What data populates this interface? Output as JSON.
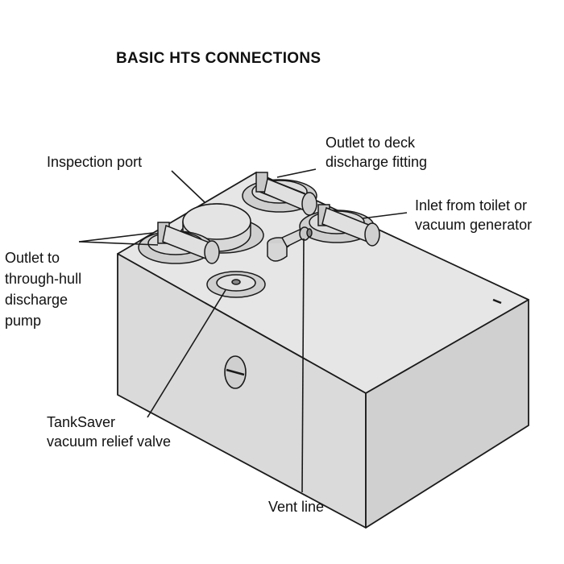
{
  "title": "BASIC HTS CONNECTIONS",
  "labels": {
    "inspection_port": "Inspection port",
    "outlet_deck": [
      "Outlet to deck",
      "discharge fitting"
    ],
    "inlet_toilet": [
      "Inlet from toilet or",
      "vacuum generator"
    ],
    "outlet_through_hull": [
      "Outlet to",
      "through-hull",
      "discharge",
      "pump"
    ],
    "tanksaver": [
      "TankSaver",
      "vacuum relief valve"
    ],
    "vent_line": "Vent line"
  },
  "colors": {
    "tank_fill": "#dcdcdc",
    "tank_top": "#e6e6e6",
    "tank_side": "#d2d2d2",
    "outline": "#1a1a1a"
  }
}
